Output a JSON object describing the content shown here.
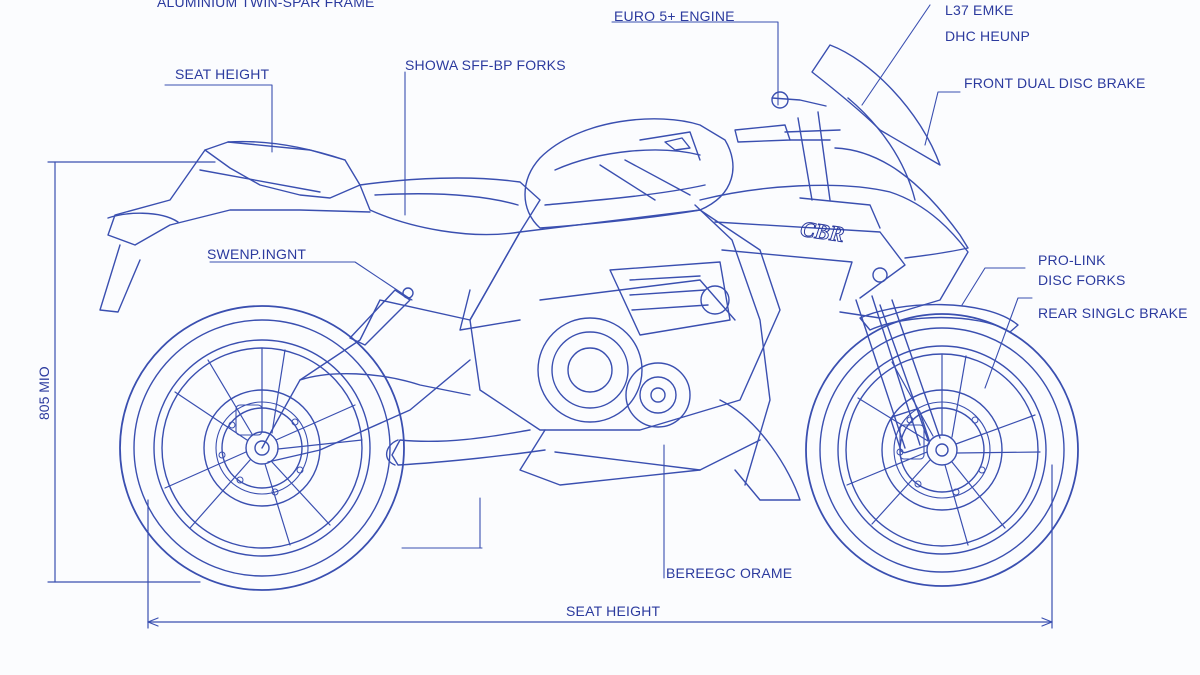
{
  "colors": {
    "ink": "#2b3a9e",
    "line": "#3a4fb0",
    "paper": "#fbfcfe"
  },
  "labels": {
    "frame": "ALUMINIUM TWIN-SPAR FRAME",
    "engine": "EURO 5+ ENGINE",
    "top_right_1": "L37 EMKE",
    "top_right_2": "DHC HEUNP",
    "seat_height_top": "SEAT HEIGHT",
    "forks": "SHOWA SFF-BP FORKS",
    "front_brake": "FRONT DUAL DISC BRAKE",
    "swingarm": "SWENP.INGNT",
    "pro_link_1": "PRO-LINK",
    "pro_link_2": "DISC FORKS",
    "rear_brake": "REAR SINGLC BRAKE",
    "vertical_dim": "805 MIO",
    "bottom_frame": "BEREEGC ORAME",
    "seat_height_bottom": "SEAT HEIGHT"
  },
  "brand_mark": "CBR"
}
